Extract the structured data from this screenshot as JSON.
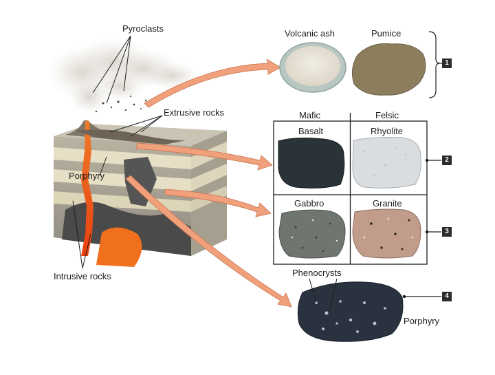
{
  "labels": {
    "pyroclasts": "Pyroclasts",
    "extrusive_rocks": "Extrusive rocks",
    "porphyry_left": "Porphyry",
    "intrusive_rocks": "Intrusive rocks",
    "volcanic_ash": "Volcanic ash",
    "pumice": "Pumice",
    "mafic": "Mafic",
    "felsic": "Felsic",
    "basalt": "Basalt",
    "rhyolite": "Rhyolite",
    "gabbro": "Gabbro",
    "granite": "Granite",
    "phenocrysts": "Phenocrysts",
    "porphyry_right": "Porphyry"
  },
  "badges": [
    "1",
    "2",
    "3",
    "4"
  ],
  "colors": {
    "arrow": "#f0a07a",
    "lava": "#e8551c",
    "badge": "#2b2b2b"
  }
}
